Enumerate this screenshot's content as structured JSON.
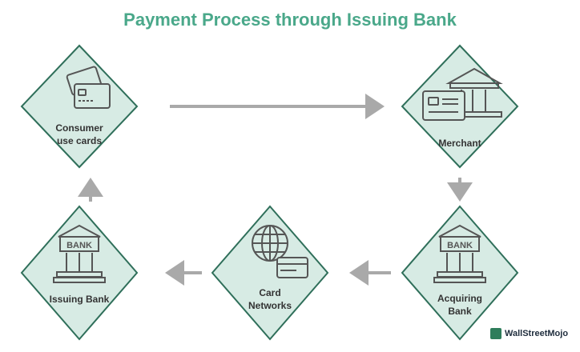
{
  "title": "Payment Process through Issuing Bank",
  "nodes": {
    "consumer": {
      "line1": "Consumer",
      "line2": "use cards"
    },
    "merchant": {
      "line1": "Merchant"
    },
    "acquiring": {
      "line1": "Acquiring",
      "line2": "Bank",
      "sign": "BANK"
    },
    "networks": {
      "line1": "Card",
      "line2": "Networks"
    },
    "issuing": {
      "line1": "Issuing Bank",
      "sign": "BANK"
    }
  },
  "brand": {
    "name": "WallStreetMojo"
  },
  "colors": {
    "title": "#4aa88a",
    "diamond_fill": "#d7ebe4",
    "diamond_stroke": "#2f6f5a",
    "arrow": "#a9a9a9",
    "icon": "#555555"
  }
}
